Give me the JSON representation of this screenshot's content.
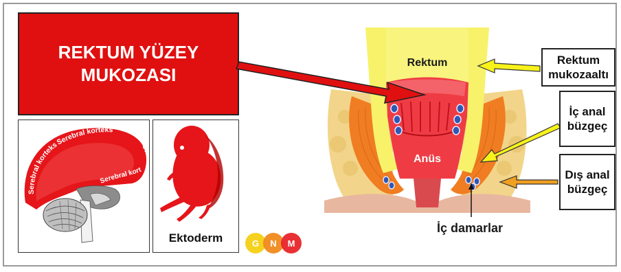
{
  "title": "REKTUM YÜZEY MUKOZASI",
  "brain": {
    "cortex_label_1": "Serebral korteks",
    "cortex_label_2": "Serebral korteks",
    "cortex_label_3": "Serebral korteks",
    "cortex_label_4": "Serebral korteks"
  },
  "embryo": {
    "label": "Ektoderm"
  },
  "logo": {
    "letters": [
      "G",
      "N",
      "M"
    ],
    "colors": [
      "#f4d21f",
      "#f08a1c",
      "#e8262a"
    ]
  },
  "anatomy": {
    "rectum_label": "Rektum",
    "anus_label": "Anüs",
    "internal_veins_label": "İç damarlar"
  },
  "callouts": {
    "submucosa": "Rektum mukozaaltı",
    "internal_sphincter": "İç anal büzgeç",
    "external_sphincter": "Dış anal büzgeç"
  },
  "colors": {
    "accent_red": "#e01010",
    "arrow_yellow": "#f7f21a",
    "arrow_orange": "#f0a020"
  }
}
